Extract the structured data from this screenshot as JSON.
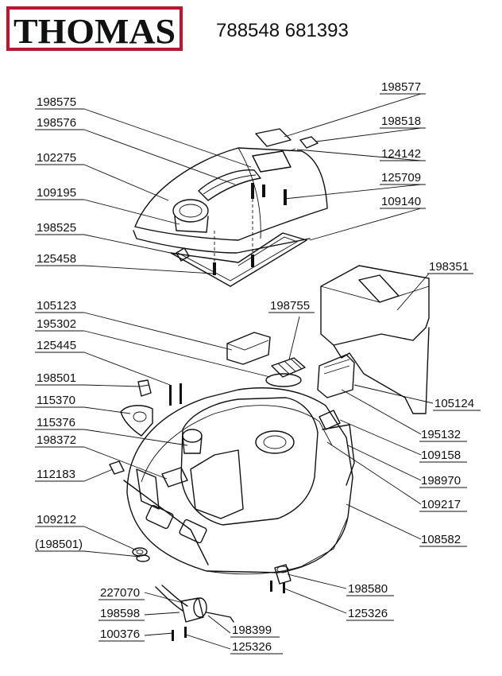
{
  "brand": {
    "logo_text": "THOMAS",
    "accent_color": "#c8102e"
  },
  "model_numbers": "788548 681393",
  "part_labels": {
    "p198577": "198577",
    "p198575": "198575",
    "p198518": "198518",
    "p198576": "198576",
    "p102275": "102275",
    "p124142": "124142",
    "p125709": "125709",
    "p109195": "109195",
    "p109140": "109140",
    "p198525": "198525",
    "p125458": "125458",
    "p198351": "198351",
    "p105123": "105123",
    "p198755": "198755",
    "p195302": "195302",
    "p125445": "125445",
    "p198501": "198501",
    "p115370": "115370",
    "p105124": "105124",
    "p115376": "115376",
    "p195132": "195132",
    "p198372": "198372",
    "p109158": "109158",
    "p112183": "112183",
    "p198970": "198970",
    "p109217": "109217",
    "p109212": "109212",
    "p108582": "108582",
    "p198501b": "(198501)",
    "p198580": "198580",
    "p227070": "227070",
    "p125326": "125326",
    "p198598": "198598",
    "p198399": "198399",
    "p100376": "100376",
    "p125326b": "125326"
  }
}
